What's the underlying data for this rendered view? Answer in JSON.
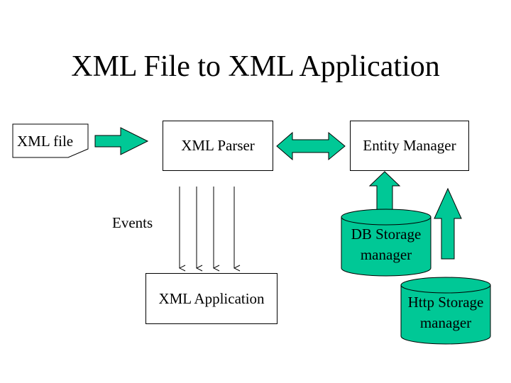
{
  "title": "XML File to XML Application",
  "nodes": {
    "xml_file": "XML file",
    "xml_parser": "XML Parser",
    "entity_manager": "Entity Manager",
    "xml_application": "XML Application",
    "db_storage": [
      "DB Storage",
      "manager"
    ],
    "http_storage": [
      "Http Storage",
      "manager"
    ]
  },
  "edge_labels": {
    "events": "Events"
  },
  "colors": {
    "accent": "#00c896",
    "stroke": "#000000",
    "background": "#ffffff"
  }
}
